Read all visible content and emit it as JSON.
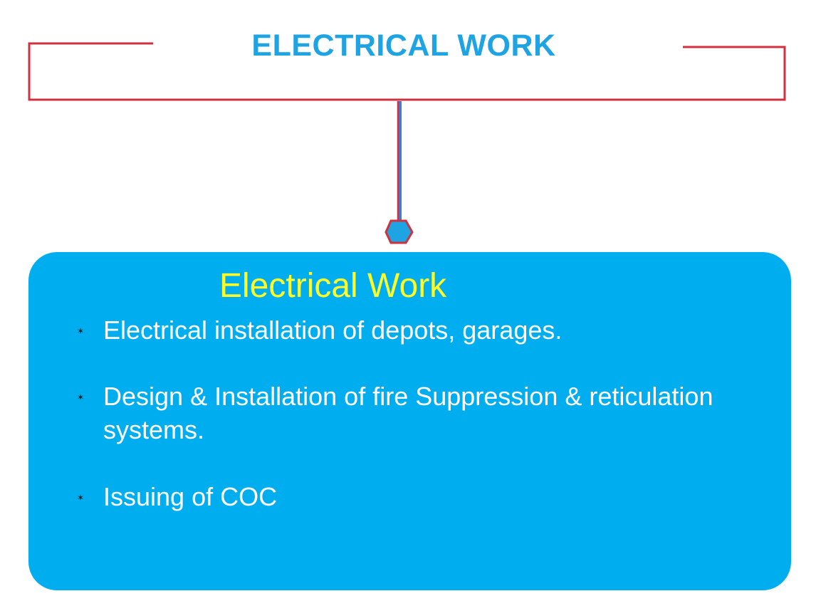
{
  "header": {
    "title": "ELECTRICAL WORK"
  },
  "connector": {
    "line_color": "#d0313d",
    "stem_color": "#3b7fd1",
    "node_fill": "#1ea3e3",
    "node_icon": "hexagon-node-icon"
  },
  "card": {
    "title": "Electrical Work",
    "fill_color": "#00aeef",
    "title_color": "#ffff26",
    "bullet_icon": "star-bullet-icon",
    "items": [
      {
        "text": "Electrical installation of depots, garages."
      },
      {
        "text": "Design & Installation of fire Suppression & reticulation systems."
      },
      {
        "text": "Issuing of COC"
      }
    ]
  }
}
